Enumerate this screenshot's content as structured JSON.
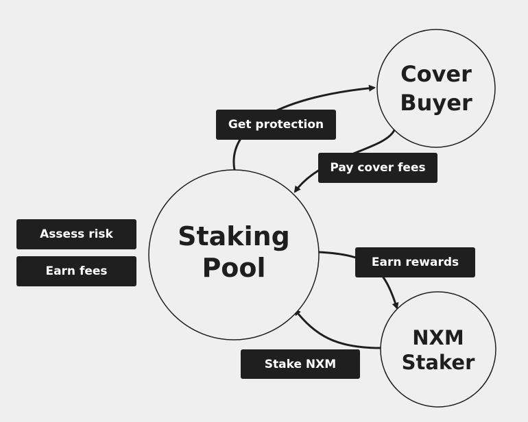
{
  "nodes": {
    "staking_pool": {
      "line1": "Staking",
      "line2": "Pool"
    },
    "cover_buyer": {
      "line1": "Cover",
      "line2": "Buyer"
    },
    "nxm_staker": {
      "line1": "NXM",
      "line2": "Staker"
    }
  },
  "edges": {
    "get_protection": "Get protection",
    "pay_cover_fees": "Pay cover fees",
    "earn_rewards": "Earn rewards",
    "stake_nxm": "Stake NXM"
  },
  "pool_roles": [
    "Assess risk",
    "Earn fees"
  ],
  "colors": {
    "background": "#efefef",
    "tag_bg": "#1f1f1f",
    "ink": "#1e1e1e"
  }
}
